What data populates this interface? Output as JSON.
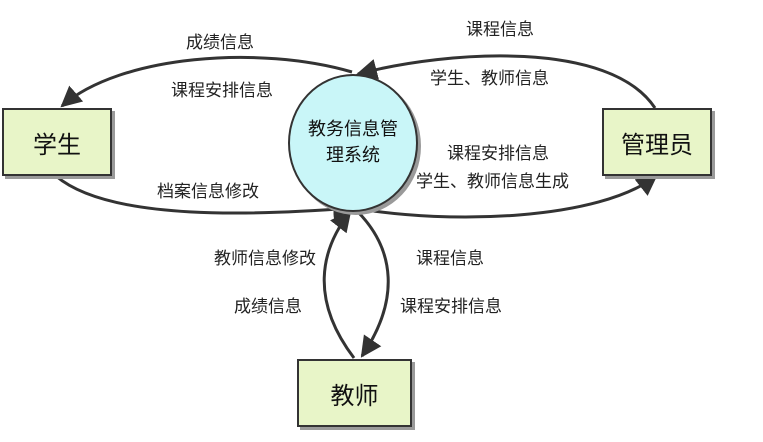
{
  "nodes": {
    "system": "教务信息管理系统",
    "student": "学生",
    "admin": "管理员",
    "teacher": "教师"
  },
  "labels": {
    "sys_to_student_grades": "成绩信息",
    "sys_to_student_schedule": "课程安排信息",
    "student_to_sys_archive": "档案信息修改",
    "admin_to_sys_course": "课程信息",
    "admin_to_sys_people": "学生、教师信息",
    "sys_to_admin_schedule": "课程安排信息",
    "sys_to_admin_generate": "学生、教师信息生成",
    "teacher_to_sys_modify": "教师信息修改",
    "teacher_to_sys_grades": "成绩信息",
    "sys_to_teacher_course": "课程信息",
    "sys_to_teacher_schedule": "课程安排信息"
  }
}
